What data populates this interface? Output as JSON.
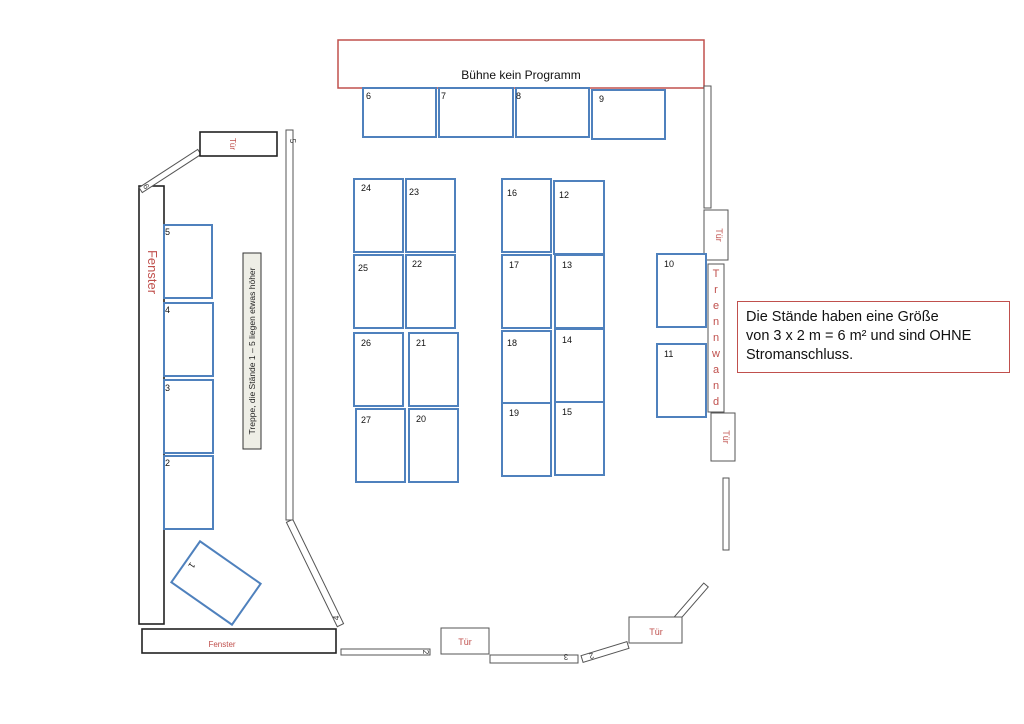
{
  "stage": {
    "label": "Bühne kein Programm"
  },
  "labels": {
    "door": "Tür",
    "window": "Fenster",
    "partition": "Trennwand",
    "stairs": "Treppe, die Stände 1 – 5 liegen etwas höher"
  },
  "info": {
    "line1": "Die Stände haben eine Größe",
    "line2": "von 3 x 2 m = 6 m² und sind OHNE",
    "line3": "Stromanschluss."
  },
  "stalls": [
    "1",
    "2",
    "3",
    "4",
    "5",
    "6",
    "7",
    "8",
    "9",
    "10",
    "11",
    "12",
    "13",
    "14",
    "15",
    "16",
    "17",
    "18",
    "19",
    "20",
    "21",
    "22",
    "23",
    "24",
    "25",
    "26",
    "27"
  ],
  "wall_numbers": [
    "1",
    "2",
    "3",
    "4",
    "5",
    "6"
  ],
  "colors": {
    "stall": "#4f81bd",
    "accent": "#c0504d",
    "wall": "#555555"
  }
}
